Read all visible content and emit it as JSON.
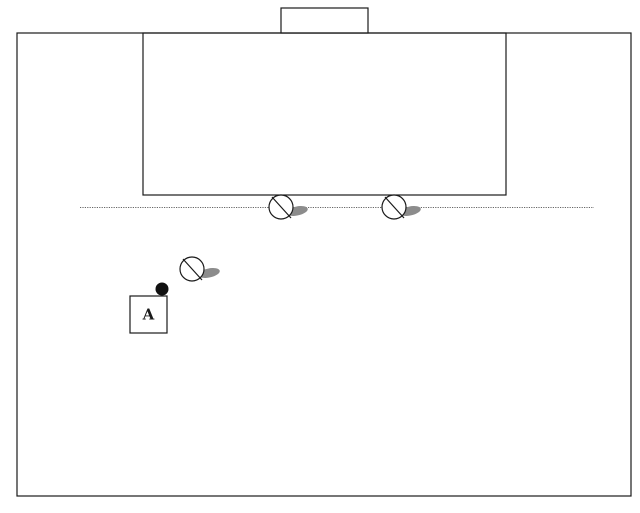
{
  "diagram": {
    "colors": {
      "lines": "#1a1a1a",
      "dotted_line": "#666666",
      "cone_shadow": "#8c8c8c",
      "ball": "#111111",
      "background": "#ffffff"
    },
    "elements": {
      "field": "field-boundary",
      "goal": "goal",
      "penalty_box": "penalty-box",
      "dotted_line": "dotted-line",
      "cones": [
        "cone-marker",
        "cone-marker",
        "cone-marker"
      ],
      "ball": "ball",
      "player": {
        "label": "A"
      }
    }
  }
}
